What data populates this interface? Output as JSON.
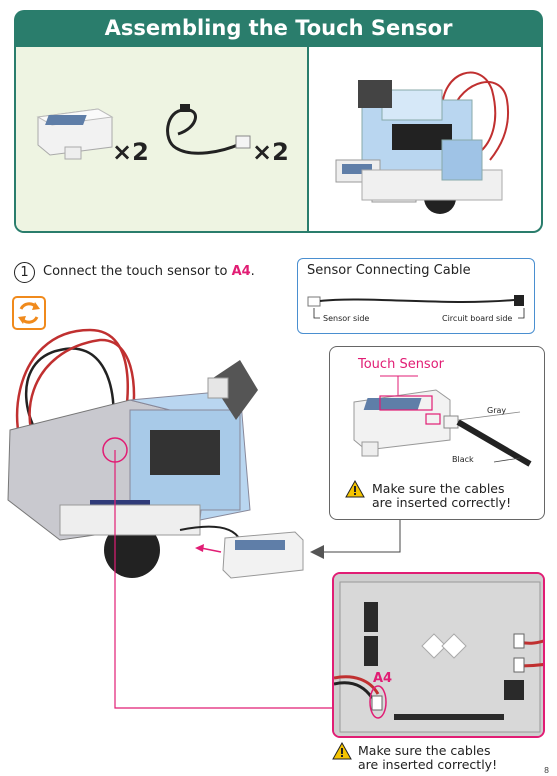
{
  "header": {
    "title": "Assembling the Touch Sensor"
  },
  "parts": {
    "sensor_qty": "×2",
    "cable_qty": "×2"
  },
  "step": {
    "number": "1",
    "text_before": "Connect the touch sensor to ",
    "port": "A4",
    "text_after": "."
  },
  "cable_box": {
    "title": "Sensor Connecting Cable",
    "sensor_side": "Sensor side",
    "board_side": "Circuit board side"
  },
  "sensor_callout": {
    "title": "Touch Sensor",
    "gray_label": "Gray",
    "black_label": "Black",
    "warning_line1": "Make sure the cables",
    "warning_line2": "are inserted correctly!"
  },
  "board_callout": {
    "port_label": "A4"
  },
  "bottom_warning": {
    "line1": "Make sure the cables",
    "line2": "are inserted correctly!"
  },
  "page_number": "8",
  "colors": {
    "accent_teal": "#2a7d6c",
    "highlight_pink": "#e11d74",
    "rotate_orange": "#f08a1c",
    "cable_box_blue": "#4a8fd0"
  }
}
